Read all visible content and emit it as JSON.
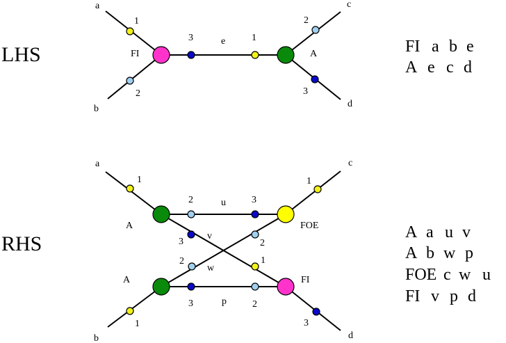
{
  "colors": {
    "magenta": "#ff33cc",
    "green": "#0a8a0a",
    "yellow": "#ffff00",
    "light_yellow": "#f2f21a",
    "light_blue": "#9fd0f0",
    "dark_blue": "#0a0ac8"
  },
  "lhs": {
    "section_label": "LHS",
    "leg_labels": {
      "a": "a",
      "b": "b",
      "c": "c",
      "d": "d"
    },
    "port_labels": {
      "fi_a": "1",
      "fi_b": "2",
      "fi_e": "3",
      "a_e": "1",
      "a_c": "2",
      "a_d": "3"
    },
    "edge_label": "e",
    "vertex_labels": {
      "fi": "FI",
      "a": "A"
    },
    "terms": [
      [
        "FI",
        "a",
        "b",
        "e"
      ],
      [
        "A",
        "e",
        "c",
        "d"
      ]
    ]
  },
  "rhs": {
    "section_label": "RHS",
    "leg_labels": {
      "a": "a",
      "b": "b",
      "c": "c",
      "d": "d"
    },
    "port_labels": {
      "a1_a": "1",
      "a1_u": "2",
      "a1_v": "3",
      "foe_c": "1",
      "foe_u": "3",
      "foe_w": "2",
      "a2_w": "2",
      "a2_p": "3",
      "a2_b": "1",
      "fi_v": "1",
      "fi_p": "2",
      "fi_d": "3"
    },
    "edge_labels": {
      "u": "u",
      "v": "v",
      "w": "w",
      "p": "p"
    },
    "vertex_labels": {
      "a1": "A",
      "foe": "FOE",
      "a2": "A",
      "fi": "FI"
    },
    "terms": [
      [
        "A",
        "a",
        "u",
        "v"
      ],
      [
        "A",
        "b",
        "w",
        "p"
      ],
      [
        "FOE",
        "c",
        "w",
        "u"
      ],
      [
        "FI",
        "v",
        "p",
        "d"
      ]
    ]
  }
}
